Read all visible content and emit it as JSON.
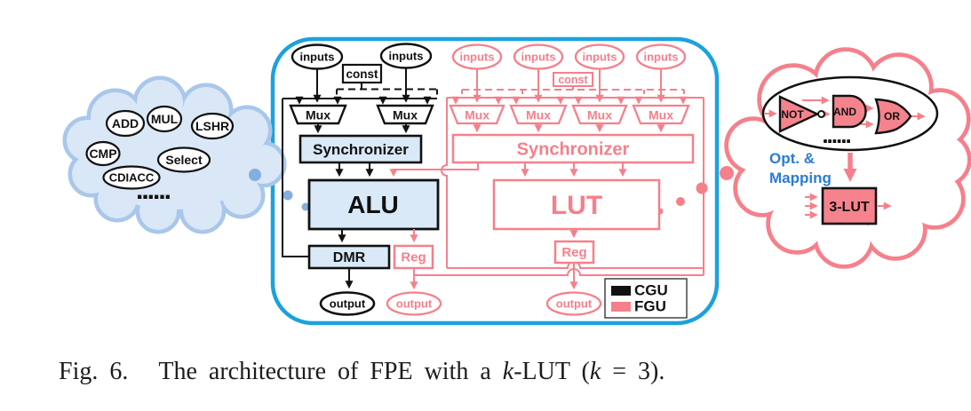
{
  "left_cloud": {
    "operations": [
      "ADD",
      "MUL",
      "LSHR",
      "CMP",
      "Select",
      "CDIACC"
    ],
    "ellipsis": "......"
  },
  "cgu": {
    "input_label": "inputs",
    "const_label": "const",
    "mux_label": "Mux",
    "synchronizer_label": "Synchronizer",
    "alu_label": "ALU",
    "dmr_label": "DMR",
    "output_label": "output"
  },
  "fgu": {
    "input_label": "inputs",
    "const_label": "const",
    "mux_label": "Mux",
    "synchronizer_label": "Synchronizer",
    "lut_label": "LUT",
    "reg_label": "Reg",
    "output_label": "output"
  },
  "legend": {
    "cgu": "CGU",
    "fgu": "FGU"
  },
  "right_cloud": {
    "gates": [
      "NOT",
      "AND",
      "OR"
    ],
    "ellipsis": "......",
    "annotation": [
      "Opt. &",
      "Mapping"
    ],
    "lut_label": "3-LUT"
  },
  "caption": {
    "figure": "Fig. 6.",
    "part1": "The architecture of FPE with a ",
    "k1": "k",
    "part2": "-LUT (",
    "k2": "k",
    "part3": " = 3)."
  },
  "colors": {
    "cgu": "#111111",
    "fgu": "#F5808B",
    "accent_border": "#1BA2DD",
    "cgu_fill": "#D9E9F7",
    "cloud_blue_stroke": "#A9C7EA",
    "cloud_blue_fill": "#D9E7F6",
    "annotation_blue": "#2B7BD4"
  }
}
